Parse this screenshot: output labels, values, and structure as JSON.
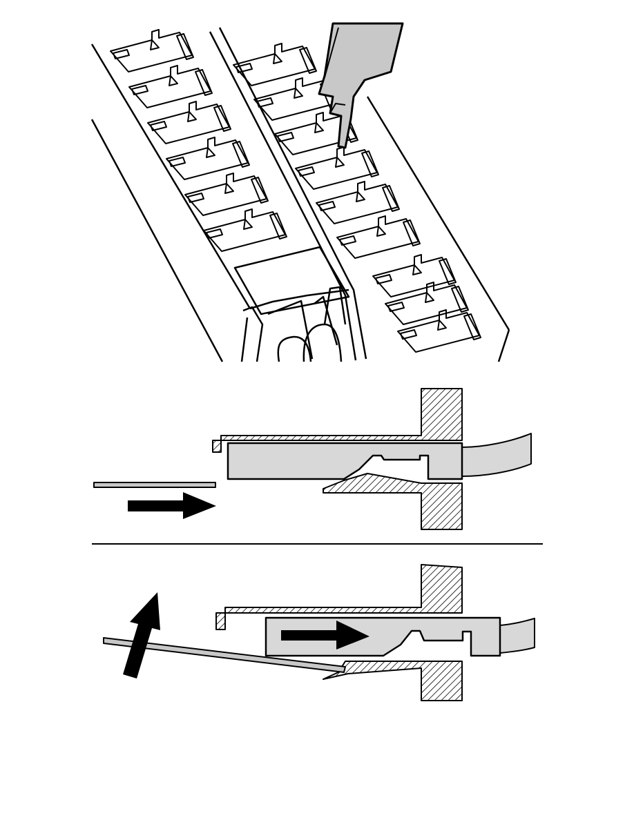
{
  "figure": {
    "panels": [
      {
        "id": "connector-overview",
        "shows": "tool-inserted-into-connector-cavity"
      },
      {
        "id": "terminal-locked",
        "arrow": "right",
        "state": "tool-inserted"
      },
      {
        "id": "terminal-released",
        "arrows": [
          "up-left",
          "right"
        ],
        "state": "tang-pried"
      }
    ]
  },
  "colors": {
    "line": "#000000",
    "terminal_fill": "#d8d8d8",
    "tool_fill": "#c8c8c8",
    "background": "#ffffff"
  }
}
